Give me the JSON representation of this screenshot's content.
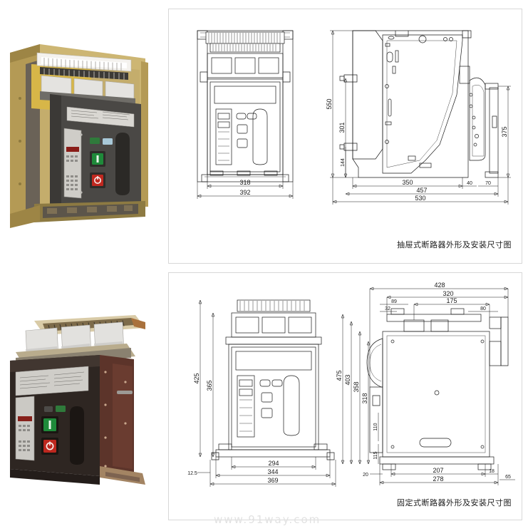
{
  "document": {
    "watermark": "www.91way.com"
  },
  "figures": [
    {
      "id": "drawout",
      "caption": "抽屉式断路器外形及安装尺寸图",
      "photo_alt": "抽屉式断路器",
      "dimensions": {
        "front_width_inner": "318",
        "front_width_outer": "392",
        "side_height_total": "550",
        "side_height_mid": "301",
        "side_height_low": "144",
        "side_depth_main": "350",
        "side_depth_mid": "457",
        "side_depth_total": "530",
        "side_small_a": "40",
        "side_small_b": "70",
        "side_height_right": "375"
      }
    },
    {
      "id": "fixed",
      "caption": "固定式断路器外形及安装尺寸图",
      "photo_alt": "固定式断路器",
      "dimensions": {
        "front_height_outer": "425",
        "front_height_inner": "365",
        "front_width_inner": "294",
        "front_width_mid": "344",
        "front_width_outer": "369",
        "front_offset": "12.5",
        "side_height_total": "475",
        "side_height_a": "403",
        "side_height_b": "358",
        "side_height_c": "318",
        "side_height_d": "110",
        "side_height_e": "115",
        "top_width_total": "428",
        "top_width_a": "320",
        "top_width_b": "175",
        "top_width_c": "89",
        "top_width_d": "32",
        "top_width_e": "80",
        "bottom_width_a": "207",
        "bottom_width_b": "278",
        "bottom_small_a": "20",
        "bottom_small_b": "18",
        "bottom_small_c": "65"
      }
    }
  ]
}
